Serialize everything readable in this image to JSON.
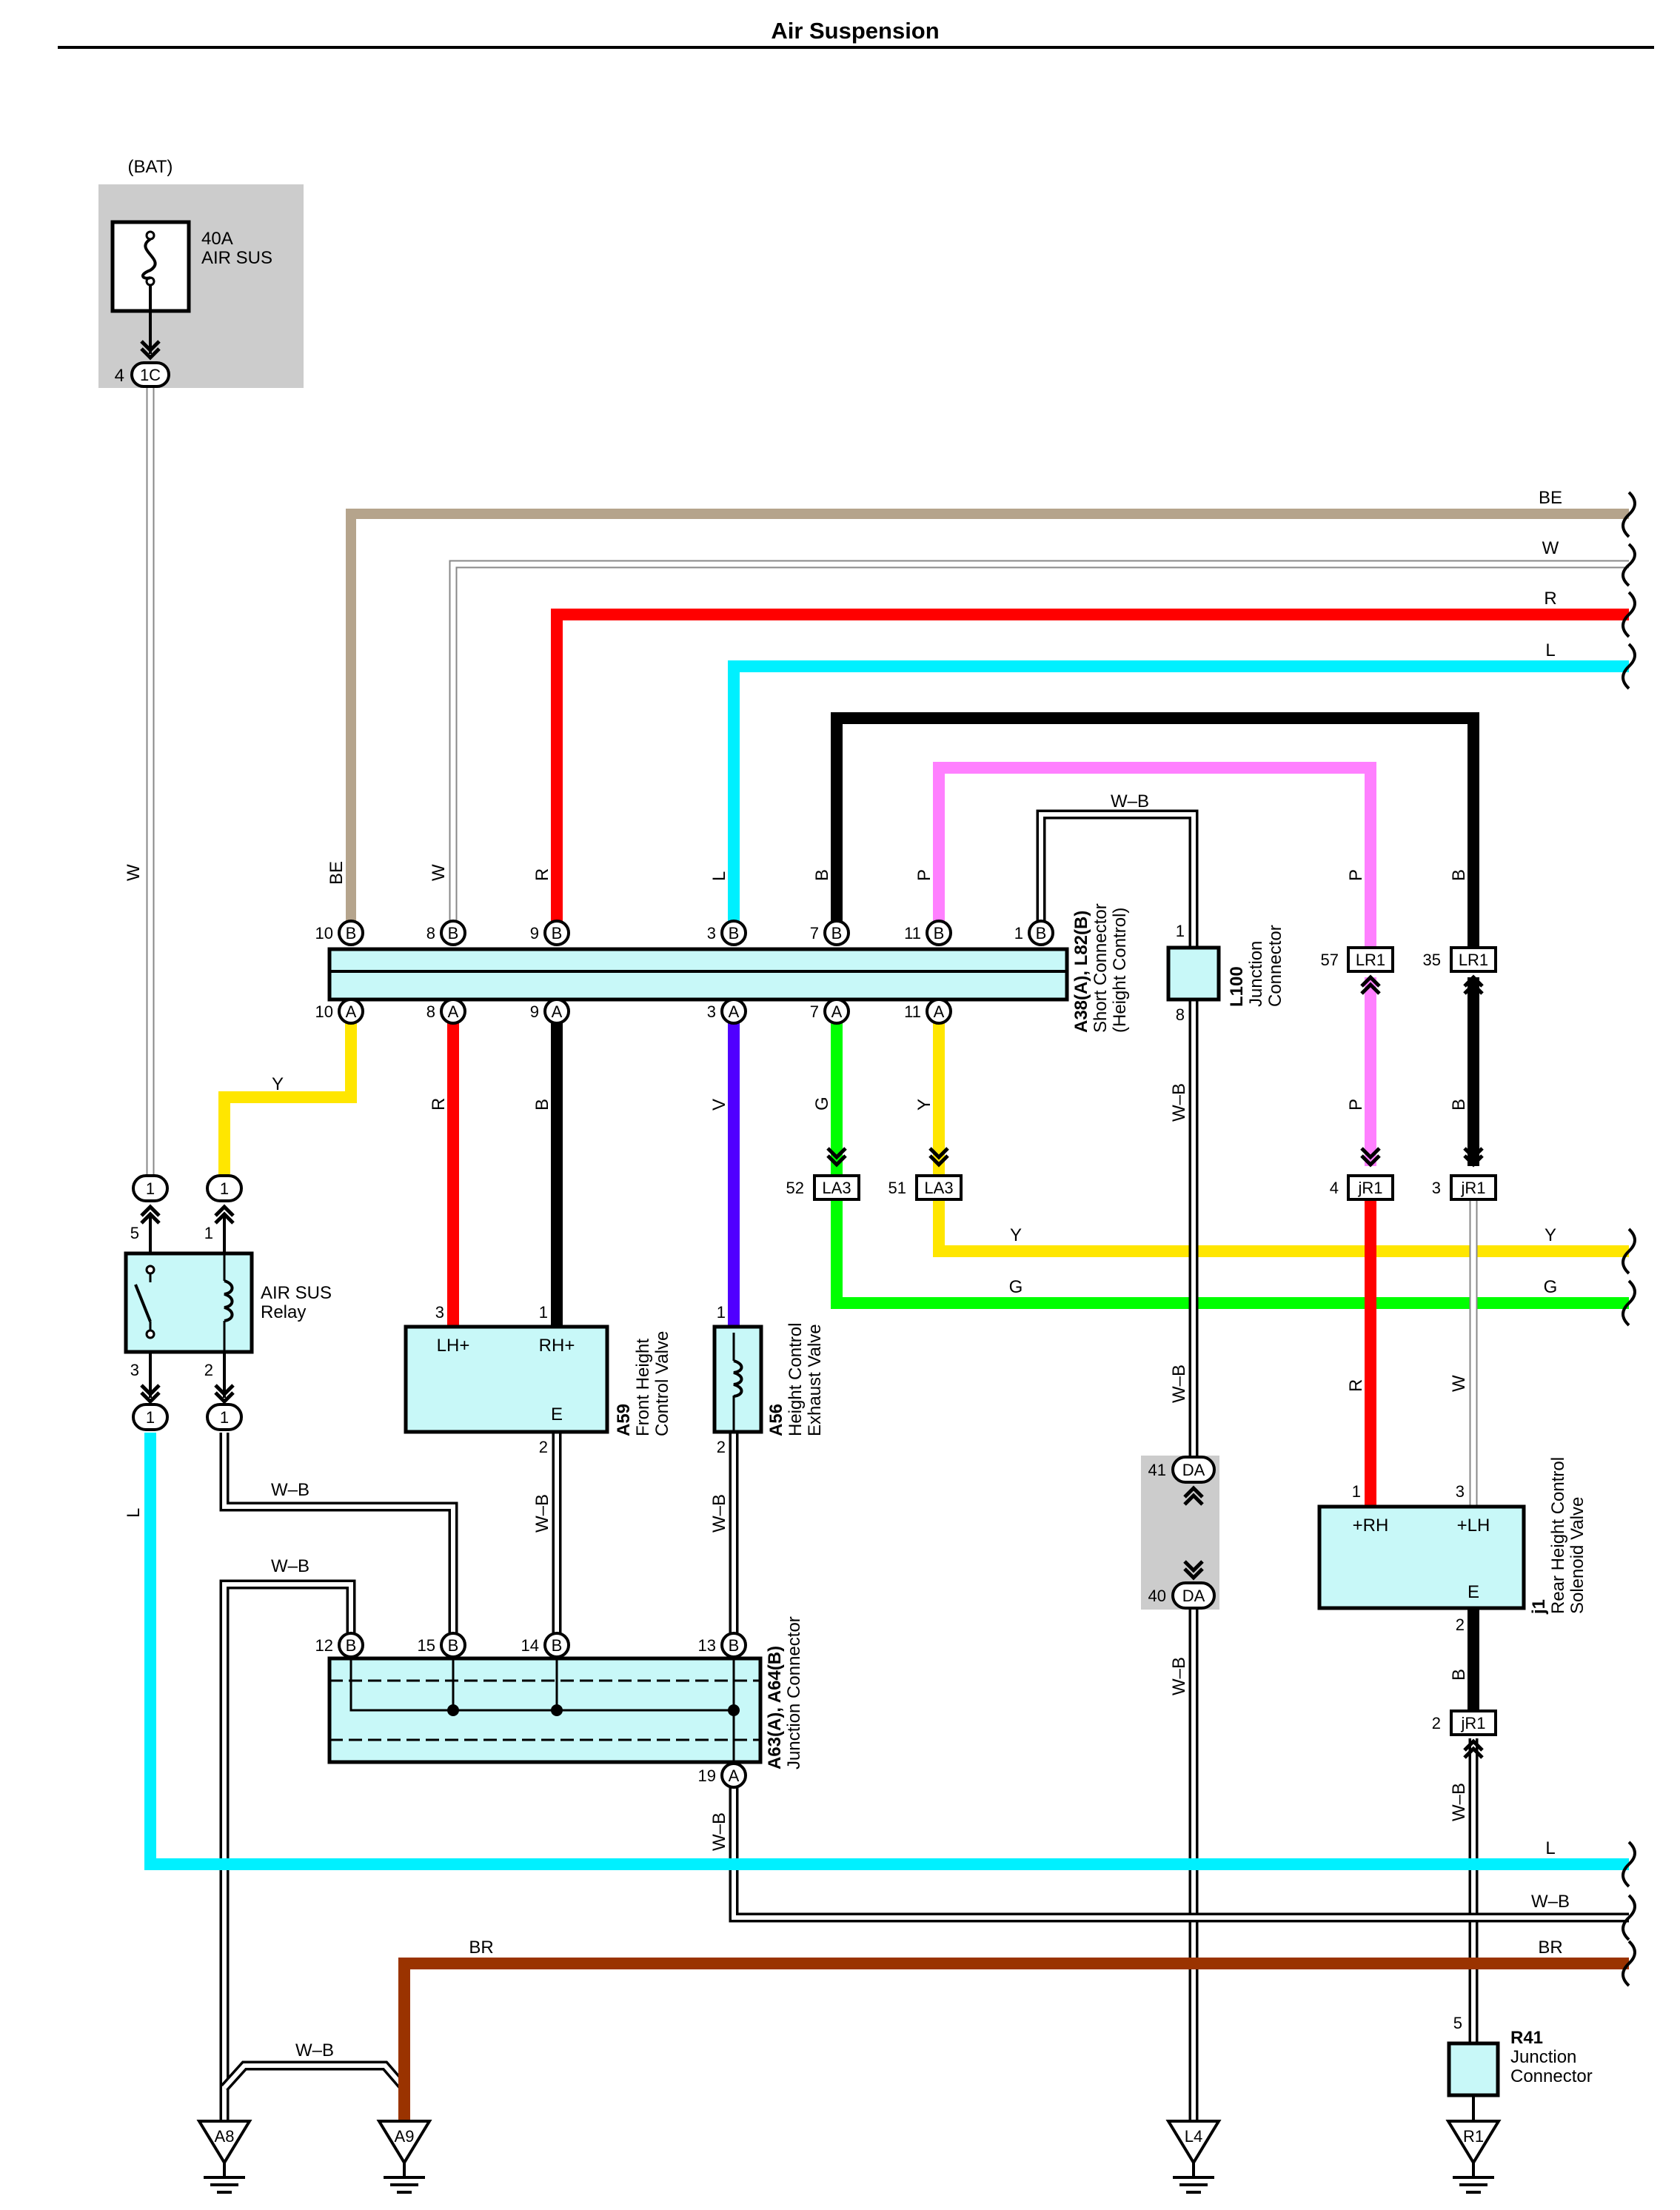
{
  "title": "Air Suspension",
  "colors": {
    "BE": "#b5a48c",
    "W": "#ffffff",
    "R": "#ff0000",
    "L": "#00f0ff",
    "B": "#000000",
    "P": "#ff80ff",
    "Y": "#ffe600",
    "G": "#00ff00",
    "V": "#5000ff",
    "BR": "#9a3300",
    "box_fill": "#c8f8f8",
    "shade": "#cccccc"
  },
  "power": {
    "source": "(BAT)",
    "fuse_rating": "40A",
    "fuse_name": "AIR SUS",
    "pin": "4",
    "connector": "1C"
  },
  "relay": {
    "name_line1": "AIR SUS",
    "name_line2": "Relay",
    "pin5": "5",
    "pin1": "1",
    "pin3": "3",
    "pin2": "2",
    "conn_label": "1"
  },
  "short_connector": {
    "id": "A38(A), L82(B)",
    "name_line1": "Short Connector",
    "name_line2": "(Height Control)",
    "top_pins": [
      "10",
      "8",
      "9",
      "3",
      "7",
      "11",
      "1"
    ],
    "bottom_pins": [
      "10",
      "8",
      "9",
      "3",
      "7",
      "11"
    ],
    "top_letter": "B",
    "bottom_letter": "A"
  },
  "front_valve": {
    "id": "A59",
    "name_line1": "Front Height",
    "name_line2": "Control Valve",
    "term_lh": "LH+",
    "term_rh": "RH+",
    "term_e": "E",
    "pin_lh": "3",
    "pin_rh": "1",
    "pin_e": "2"
  },
  "exhaust_valve": {
    "id": "A56",
    "name_line1": "Height Control",
    "name_line2": "Exhaust Valve",
    "pin_top": "1",
    "pin_bottom": "2"
  },
  "junction_a63": {
    "id": "A63(A), A64(B)",
    "name": "Junction Connector",
    "top_pins": [
      "12",
      "15",
      "14",
      "13"
    ],
    "letter_top": "B",
    "bottom_pin": "19",
    "letter_bottom": "A"
  },
  "l100": {
    "id": "L100",
    "name_line1": "Junction",
    "name_line2": "Connector",
    "pin_top": "1",
    "pin_bottom": "8"
  },
  "la3": {
    "conn": "LA3",
    "pins": [
      "52",
      "51"
    ]
  },
  "lr1": {
    "conn": "LR1",
    "pins": [
      "57",
      "35"
    ]
  },
  "jr1": {
    "conn": "jR1",
    "pins": [
      "4",
      "3",
      "2"
    ]
  },
  "da": {
    "conn": "DA",
    "pins": [
      "41",
      "40"
    ]
  },
  "rear_valve": {
    "id": "j1",
    "name_line1": "Rear Height Control",
    "name_line2": "Solenoid Valve",
    "term_rh": "+RH",
    "term_lh": "+LH",
    "term_e": "E",
    "pin_rh": "1",
    "pin_lh": "3",
    "pin_e": "2"
  },
  "r41": {
    "id": "R41",
    "name_line1": "Junction",
    "name_line2": "Connector",
    "pin": "5"
  },
  "grounds": [
    "A8",
    "A9",
    "L4",
    "R1"
  ],
  "wire_labels": {
    "BE": "BE",
    "W": "W",
    "R": "R",
    "L": "L",
    "B": "B",
    "P": "P",
    "Y": "Y",
    "G": "G",
    "V": "V",
    "WB": "W–B",
    "BR": "BR"
  }
}
